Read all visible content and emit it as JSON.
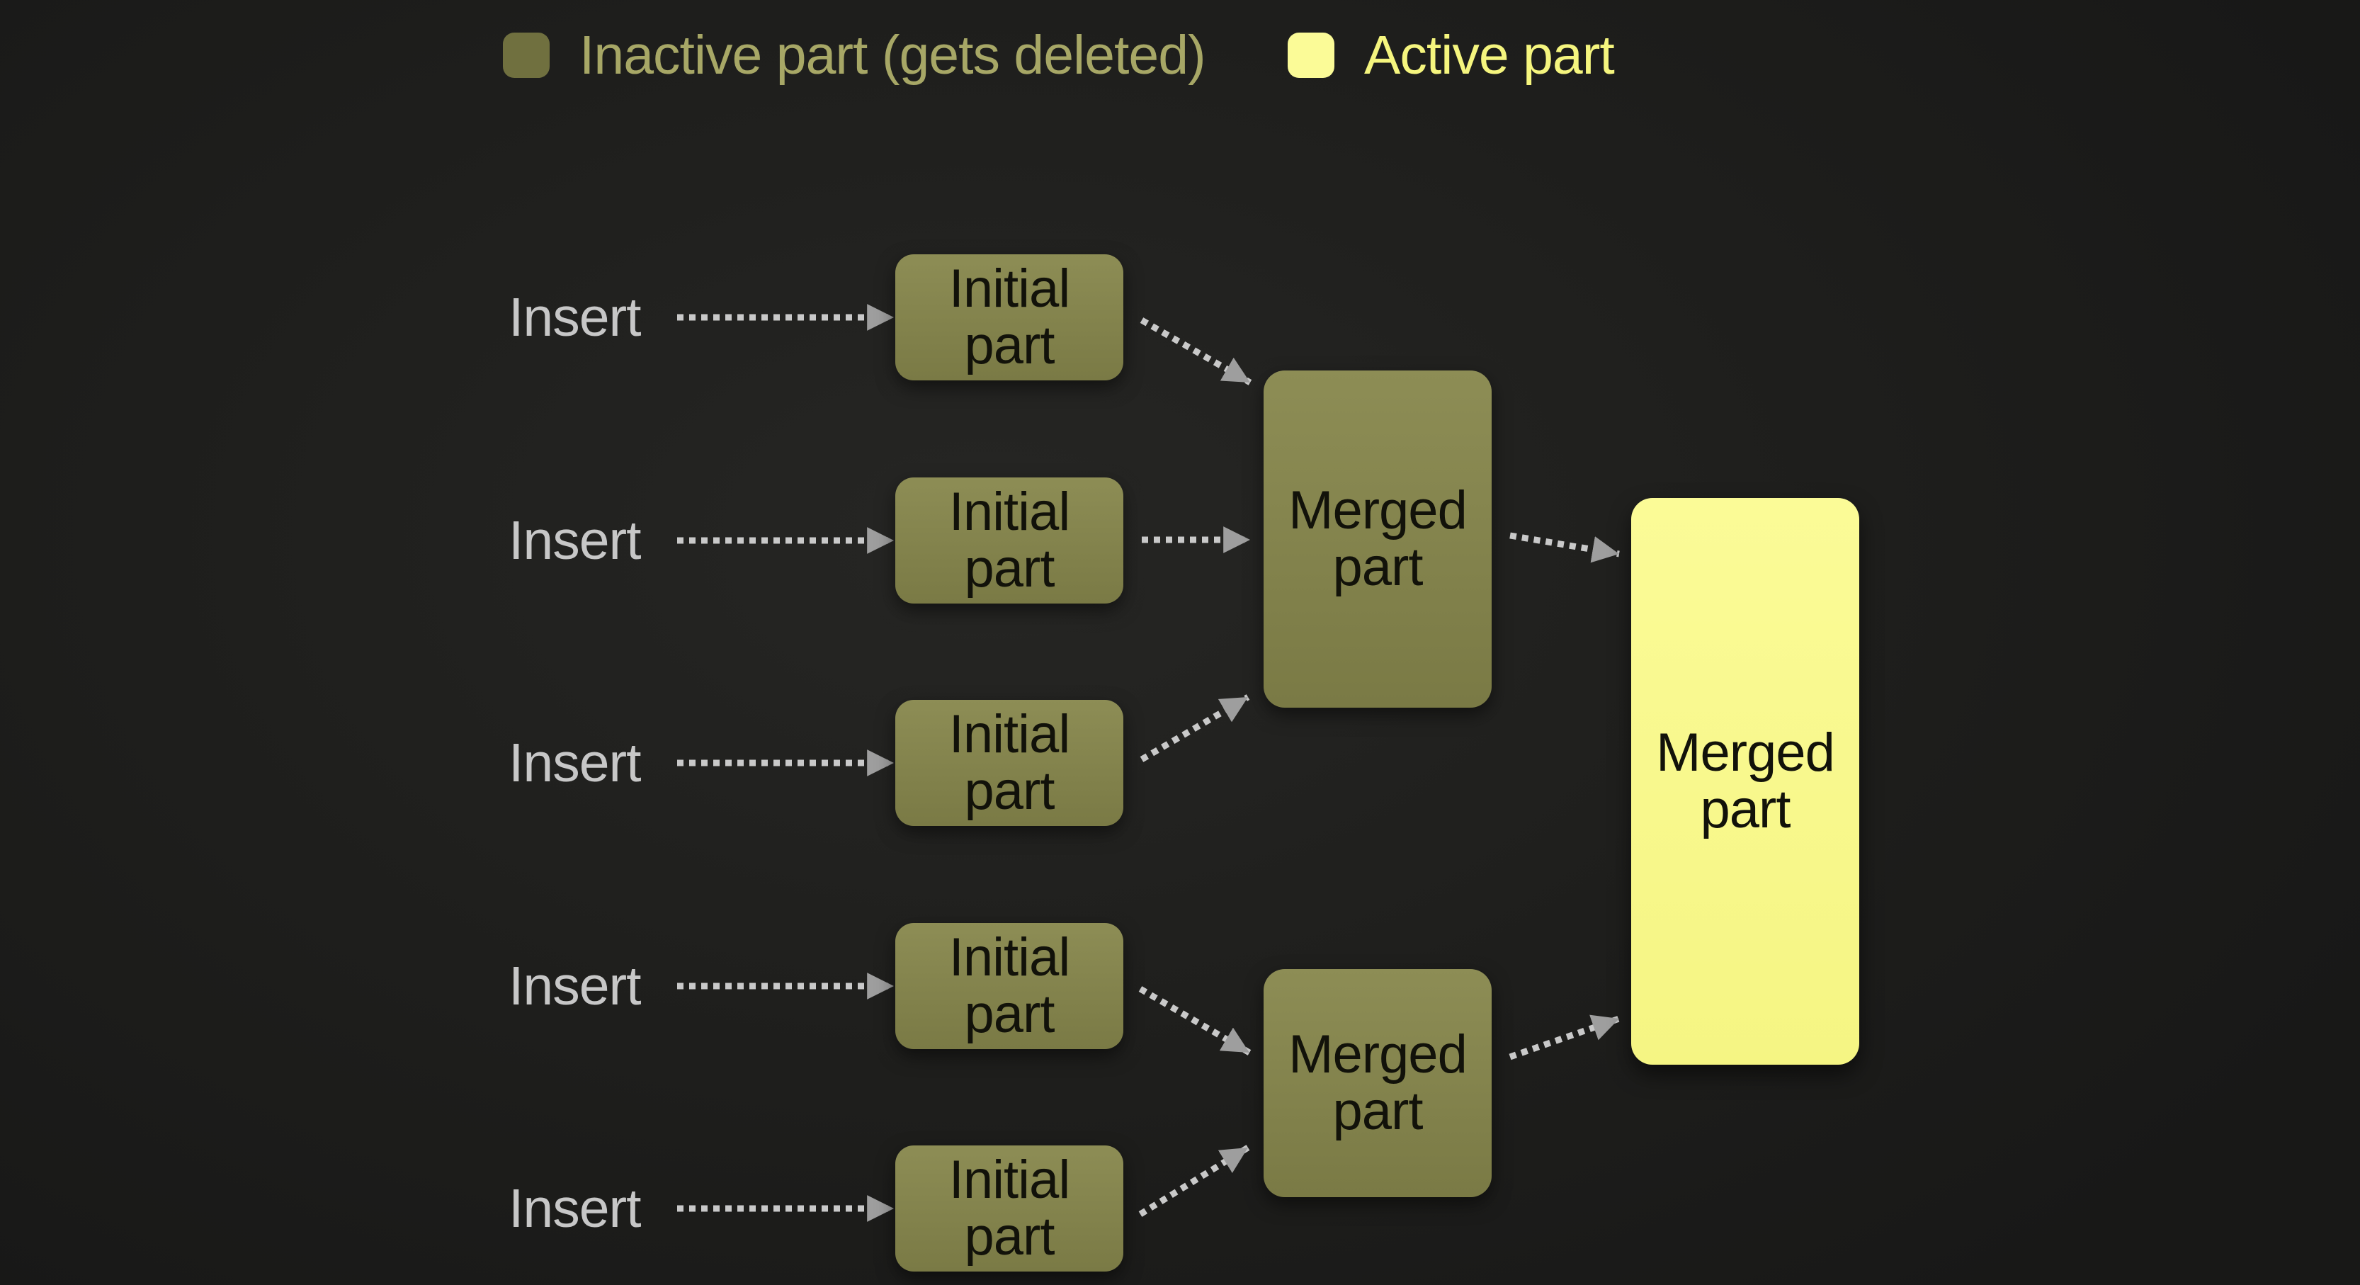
{
  "legend": {
    "inactive": {
      "label": "Inactive part (gets deleted)",
      "swatch_color": "#70703f",
      "text_color": "#a7a766"
    },
    "active": {
      "label": "Active part",
      "swatch_color": "#fbfb97",
      "text_color": "#f5f57e"
    }
  },
  "diagram": {
    "inserts": [
      {
        "label": "Insert"
      },
      {
        "label": "Insert"
      },
      {
        "label": "Insert"
      },
      {
        "label": "Insert"
      },
      {
        "label": "Insert"
      }
    ],
    "nodes": [
      {
        "id": "initial-1",
        "label": "Initial part",
        "state": "inactive"
      },
      {
        "id": "initial-2",
        "label": "Initial part",
        "state": "inactive"
      },
      {
        "id": "initial-3",
        "label": "Initial part",
        "state": "inactive"
      },
      {
        "id": "initial-4",
        "label": "Initial part",
        "state": "inactive"
      },
      {
        "id": "initial-5",
        "label": "Initial part",
        "state": "inactive"
      },
      {
        "id": "merged-1",
        "label": "Merged part",
        "state": "inactive"
      },
      {
        "id": "merged-2",
        "label": "Merged part",
        "state": "inactive"
      },
      {
        "id": "merged-final",
        "label": "Merged part",
        "state": "active"
      }
    ],
    "connections": [
      {
        "from": "insert-1",
        "to": "initial-1"
      },
      {
        "from": "insert-2",
        "to": "initial-2"
      },
      {
        "from": "insert-3",
        "to": "initial-3"
      },
      {
        "from": "insert-4",
        "to": "initial-4"
      },
      {
        "from": "insert-5",
        "to": "initial-5"
      },
      {
        "from": "initial-1",
        "to": "merged-1"
      },
      {
        "from": "initial-2",
        "to": "merged-1"
      },
      {
        "from": "initial-3",
        "to": "merged-1"
      },
      {
        "from": "initial-4",
        "to": "merged-2"
      },
      {
        "from": "initial-5",
        "to": "merged-2"
      },
      {
        "from": "merged-1",
        "to": "merged-final"
      },
      {
        "from": "merged-2",
        "to": "merged-final"
      }
    ],
    "colors": {
      "background": "#1e1e1c",
      "inactive_fill": "#84844d",
      "active_fill": "#f8f88c",
      "arrow_dots": "#c9c9c9",
      "arrow_head": "#9e9e9e",
      "insert_text": "#c7c7c7",
      "node_text": "#12120a"
    }
  }
}
